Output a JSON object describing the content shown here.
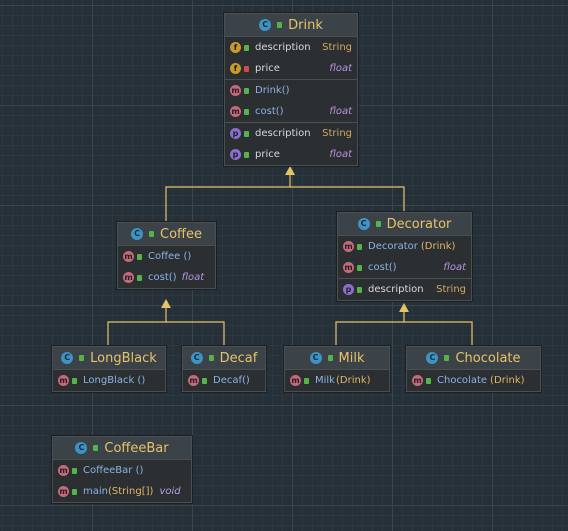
{
  "classes": {
    "drink": {
      "name": "Drink",
      "fields": [
        {
          "name": "description",
          "type": "String"
        },
        {
          "name": "price",
          "type": "float"
        }
      ],
      "methods": [
        {
          "name": "Drink()",
          "type": ""
        },
        {
          "name": "cost()",
          "type": "float"
        }
      ],
      "properties": [
        {
          "name": "description",
          "type": "String"
        },
        {
          "name": "price",
          "type": "float"
        }
      ]
    },
    "coffee": {
      "name": "Coffee",
      "methods": [
        {
          "name": "Coffee ()",
          "type": ""
        },
        {
          "name": "cost()",
          "type": "float"
        }
      ]
    },
    "decorator": {
      "name": "Decorator",
      "methods": [
        {
          "name": "Decorator",
          "args": "(Drink)"
        },
        {
          "name": "cost()",
          "type": "float"
        }
      ],
      "properties": [
        {
          "name": "description",
          "type": "String"
        }
      ]
    },
    "longblack": {
      "name": "LongBlack",
      "methods": [
        {
          "name": "LongBlack ()"
        }
      ]
    },
    "decaf": {
      "name": "Decaf",
      "methods": [
        {
          "name": "Decaf()"
        }
      ]
    },
    "milk": {
      "name": "Milk",
      "methods": [
        {
          "name": "Milk",
          "args": "(Drink)"
        }
      ]
    },
    "chocolate": {
      "name": "Chocolate",
      "methods": [
        {
          "name": "Chocolate",
          "args": "(Drink)"
        }
      ]
    },
    "coffeebar": {
      "name": "CoffeeBar",
      "methods": [
        {
          "name": "CoffeeBar ()"
        },
        {
          "name": "main",
          "args": "(String[])",
          "type": "void"
        }
      ]
    }
  },
  "icons": {
    "class": "C",
    "method": "m",
    "field": "f",
    "property": "p"
  },
  "colors": {
    "background": "#253038",
    "class_header": "#3b4348",
    "class_name": "#e8c26a",
    "inheritance_arrow": "#e8c26a",
    "class_icon": "#3d93c6",
    "method_icon": "#c7697e",
    "field_icon": "#c79a2d",
    "property_icon": "#8a6fcf"
  }
}
